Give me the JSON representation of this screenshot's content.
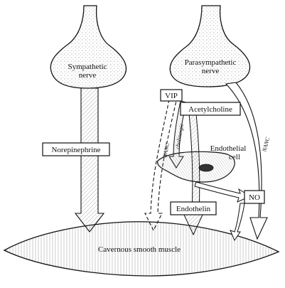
{
  "labels": {
    "sympathetic_line1": "Sympathetic",
    "sympathetic_line2": "nerve",
    "parasympathetic_line1": "Parasympathetic",
    "parasympathetic_line2": "nerve",
    "norepinephrine": "Norepinephrine",
    "vip": "VIP",
    "acetylcholine": "Acetylcholine",
    "endothelial_line1": "Endothelial",
    "endothelial_line2": "cell",
    "endothelin": "Endothelin",
    "no": "NO",
    "muscle": "Cavernous smooth muscle",
    "nanc_left": "NANC",
    "cholinergic": "cholinergic",
    "nanc_right": "NANC"
  }
}
